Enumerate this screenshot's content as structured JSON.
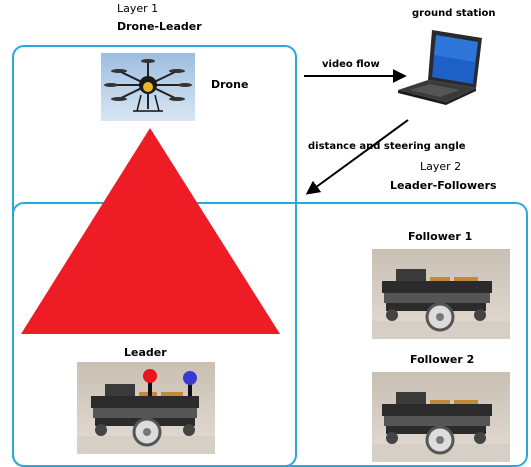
{
  "layer1": {
    "title": "Layer 1",
    "subtitle": "Drone-Leader"
  },
  "layer2": {
    "title": "Layer 2",
    "subtitle": "Leader-Followers"
  },
  "labels": {
    "drone": "Drone",
    "ground_station": "ground station",
    "video_flow": "video flow",
    "distance_angle": "distance and steering angle",
    "leader": "Leader",
    "follower1": "Follower 1",
    "follower2": "Follower 2"
  },
  "colors": {
    "layer_border": "#29a8e0",
    "triangle": "#ee1c24",
    "leader_marker_1": "#e8141e",
    "leader_marker_2": "#3a3ad0"
  },
  "icons": [
    "drone-photo",
    "laptop-icon",
    "robot-photo"
  ]
}
